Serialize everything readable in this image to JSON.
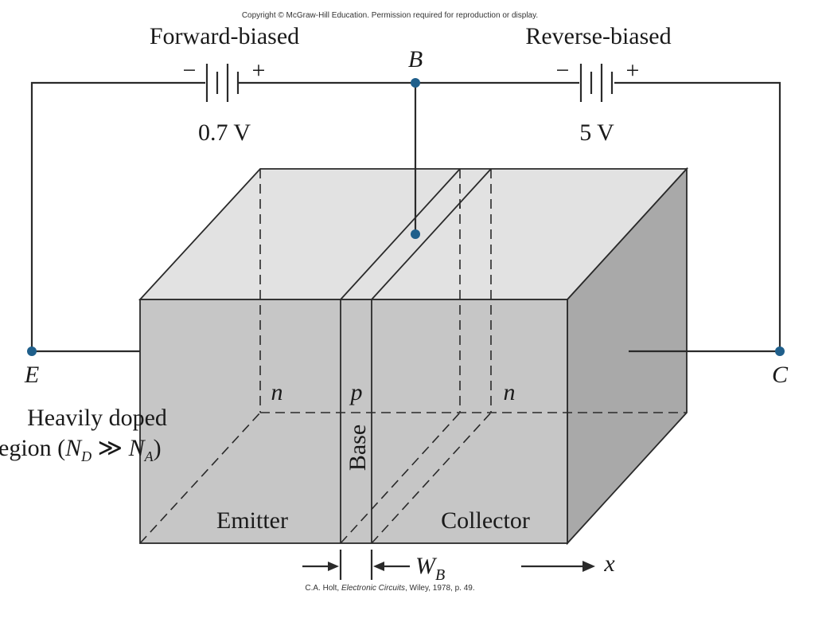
{
  "copyright": "Copyright © McGraw-Hill Education. Permission required for reproduction or display.",
  "citation": {
    "before": "C.A. Holt, ",
    "italic": "Electronic Circuits",
    "after": ", Wiley, 1978, p. 49."
  },
  "batteries": {
    "left": {
      "bias": "Forward-biased",
      "voltage": "0.7 V",
      "minus": "−",
      "plus": "+"
    },
    "right": {
      "bias": "Reverse-biased",
      "voltage": "5 V",
      "minus": "−",
      "plus": "+"
    }
  },
  "terminals": {
    "base": "B",
    "emitter": "E",
    "collector": "C"
  },
  "regions": {
    "emitter_type": "n",
    "base_type": "p",
    "collector_type": "n",
    "emitter": "Emitter",
    "base": "Base",
    "collector": "Collector"
  },
  "annotation": {
    "line1": "Heavily doped",
    "line2_prefix": "egion (",
    "nd": "N",
    "nd_sub": "D",
    "relation": " ≫ ",
    "na": "N",
    "na_sub": "A",
    "close": ")"
  },
  "width_label": {
    "w": "W",
    "sub": "B"
  },
  "axis_label": "x",
  "colors": {
    "front_face": "#c6c6c6",
    "top_face": "#e2e2e2",
    "side_face": "#a9a9a9",
    "terminal_dot": "#1f5f8b",
    "wire": "#2a2a2a"
  }
}
